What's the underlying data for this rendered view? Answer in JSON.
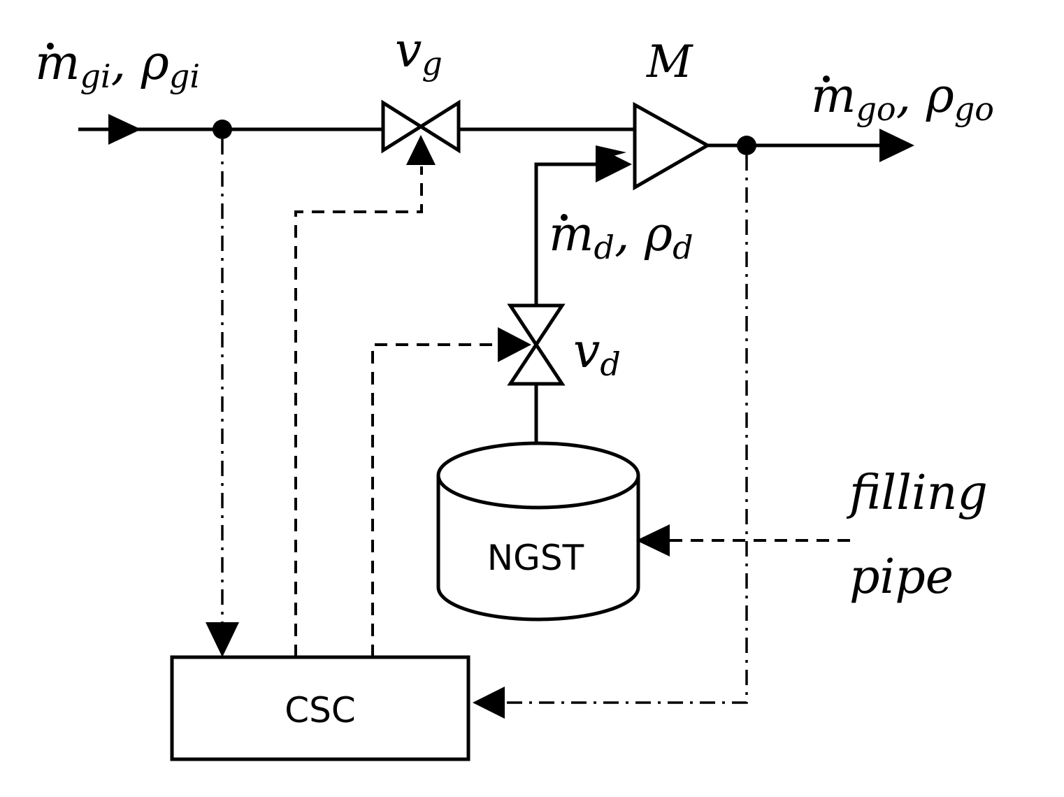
{
  "labels": {
    "inlet_flow": {
      "m": "m",
      "sub": "gi",
      "rho": "ρ",
      "rho_sub": "gi"
    },
    "outlet_flow": {
      "m": "m",
      "sub": "go",
      "rho": "ρ",
      "rho_sub": "go"
    },
    "dilution_flow": {
      "m": "m",
      "sub": "d",
      "rho": "ρ",
      "rho_sub": "d"
    },
    "valve_g": {
      "sym": "v",
      "sub": "g"
    },
    "valve_d": {
      "sym": "v",
      "sub": "d"
    },
    "mixer": "M",
    "tank": "NGST",
    "controller": "CSC",
    "filling_pipe_line1": "filling",
    "filling_pipe_line2": "pipe"
  }
}
